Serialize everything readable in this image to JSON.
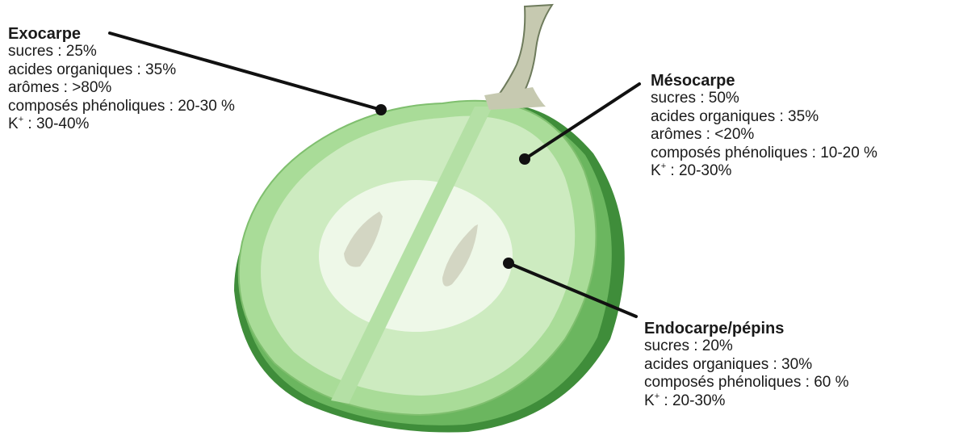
{
  "exocarpe": {
    "title": "Exocarpe",
    "lines": [
      "sucres : 25%",
      "acides organiques : 35%",
      "arômes : >80%",
      "composés phénoliques : 20-30 %"
    ],
    "k_label": "K",
    "k_sup": "+",
    "k_value": " : 30-40%"
  },
  "mesocarpe": {
    "title": "Mésocarpe",
    "lines": [
      "sucres : 50%",
      "acides organiques : 35%",
      "arômes : <20%",
      "composés phénoliques : 10-20 %"
    ],
    "k_label": "K",
    "k_sup": "+",
    "k_value": " : 20-30%"
  },
  "endocarpe": {
    "title": "Endocarpe/pépins",
    "lines": [
      "sucres : 20%",
      "acides organiques : 30%",
      "composés phénoliques : 60 %"
    ],
    "k_label": "K",
    "k_sup": "+",
    "k_value": " : 20-30%"
  },
  "colors": {
    "skin_dark": "#2f7a2f",
    "skin_mid": "#5faa55",
    "exocarp": "#a9dc98",
    "mesocarp": "#cdebc0",
    "endocarp": "#eef8e8",
    "seed": "#d3d6c3",
    "stem": "#c6c9b0",
    "leader": "#111111"
  }
}
